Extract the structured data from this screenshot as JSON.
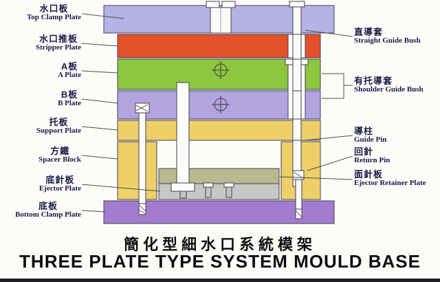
{
  "title": {
    "zh": "簡化型細水口系統模架",
    "en": "THREE PLATE TYPE SYSTEM MOULD BASE"
  },
  "labels": {
    "left": [
      {
        "zh": "水口板",
        "en": "Top Clamp Plate"
      },
      {
        "zh": "水口推板",
        "en": "Stripper Plate"
      },
      {
        "zh": "A板",
        "en": "A Plate"
      },
      {
        "zh": "B板",
        "en": "B Plate"
      },
      {
        "zh": "托板",
        "en": "Support Plate"
      },
      {
        "zh": "方鐵",
        "en": "Spacer Block"
      },
      {
        "zh": "底針板",
        "en": "Ejector Plate"
      },
      {
        "zh": "底板",
        "en": "Bottom Clamp Plate"
      }
    ],
    "right": [
      {
        "zh": "直導套",
        "en": "Straight Guide Bush"
      },
      {
        "zh": "有托導套",
        "en": "Shoulder Guide Bush"
      },
      {
        "zh": "導柱",
        "en": "Guide Pin"
      },
      {
        "zh": "回針",
        "en": "Return Pin"
      },
      {
        "zh": "面針板",
        "en": "Ejector Retainer Plate"
      }
    ]
  },
  "colors": {
    "top_clamp_plate": "#b6b3e4",
    "stripper_plate": "#e3512a",
    "a_plate": "#8dc63f",
    "b_plate": "#b1a4df",
    "support_plate": "#eecf68",
    "spacer_block": "#eecf68",
    "ejector_retainer_plate": "#b9b98f",
    "ejector_plate": "#c7c7c3",
    "bottom_clamp_plate": "#a27cce",
    "component_fill": "#fbfbf7",
    "outline": "#3f3f55",
    "leader_line": "#4c4c4c",
    "label_text": "#1a1a48",
    "title_text": "#0d0d0d"
  }
}
